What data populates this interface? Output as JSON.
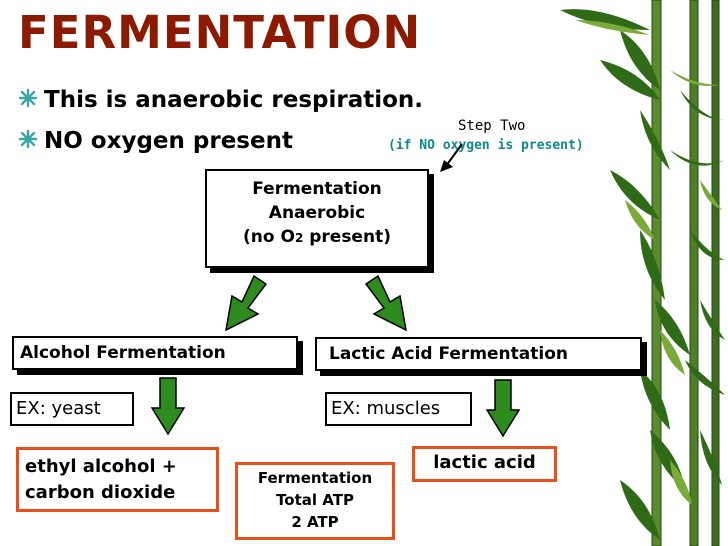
{
  "slide": {
    "title": "FERMENTATION",
    "bullets": [
      "This is anaerobic respiration.",
      "NO oxygen present"
    ],
    "step_label": "Step Two",
    "step_condition": "(if NO oxygen is present)"
  },
  "center_box": {
    "line1": "Fermentation",
    "line2": "Anaerobic",
    "line3_pre": "(no O",
    "line3_sub": "2",
    "line3_post": " present)"
  },
  "branches": {
    "alcohol": {
      "title": "Alcohol Fermentation",
      "example": "EX: yeast",
      "result_line1": "ethyl alcohol +",
      "result_line2": "carbon dioxide"
    },
    "lactic": {
      "title": "Lactic Acid Fermentation",
      "example": "EX: muscles",
      "result": "lactic acid"
    }
  },
  "atp_box": {
    "line1": "Fermentation",
    "line2": "Total ATP",
    "line3": "2 ATP"
  },
  "colors": {
    "title": "#8b1a00",
    "arrow_fill": "#2e8b1e",
    "step_condition": "#0f8a8a",
    "result_border": "#e8501a"
  }
}
